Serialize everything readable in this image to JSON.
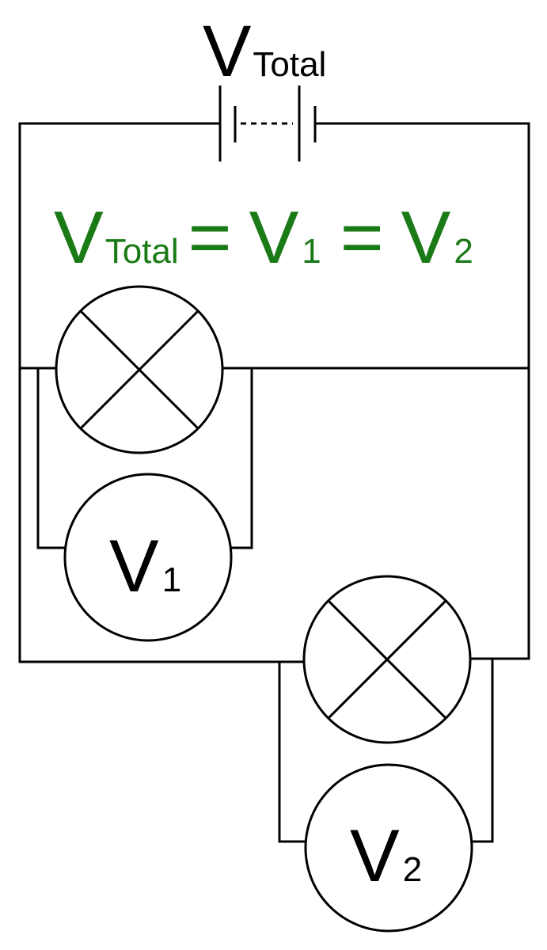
{
  "battery": {
    "label_main": "V",
    "label_sub": "Total"
  },
  "equation": {
    "color": "#1a7a16",
    "parts": [
      {
        "main": "V",
        "sub": "Total"
      },
      {
        "op": "="
      },
      {
        "main": "V",
        "sub": "1"
      },
      {
        "op": "="
      },
      {
        "main": "V",
        "sub": "2"
      }
    ]
  },
  "lamp_1": {
    "icon": "lamp-cross-icon"
  },
  "lamp_2": {
    "icon": "lamp-cross-icon"
  },
  "voltmeter_1": {
    "label_main": "V",
    "label_sub": "1"
  },
  "voltmeter_2": {
    "label_main": "V",
    "label_sub": "2"
  }
}
